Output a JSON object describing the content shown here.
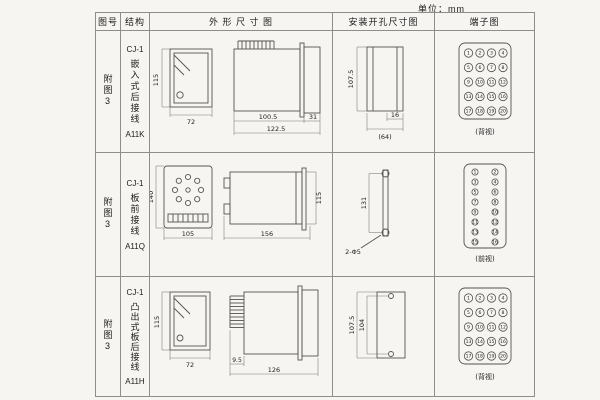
{
  "unit_label": "单位：mm",
  "table": {
    "headers": {
      "figure_no": "图号",
      "structure": "结构",
      "outline": "外 形 尺 寸 图",
      "mounting": "安装开孔尺寸图",
      "terminal": "端子图"
    },
    "rows": [
      {
        "figure_no": "附图3",
        "model": "CJ-1",
        "structure": "嵌入式后接线",
        "code": "A11K",
        "outline": {
          "height": "115",
          "width": "72",
          "depth": "100.5",
          "bezel": "31",
          "total": "122.5"
        },
        "mounting": {
          "height": "107.5",
          "dim_a": "16",
          "dim_b": "(64)"
        },
        "terminal": {
          "count": 20,
          "cols": 4,
          "view": "(背视)"
        }
      },
      {
        "figure_no": "附图3",
        "model": "CJ-1",
        "structure": "板前接线",
        "code": "A11Q",
        "outline": {
          "height": "140",
          "width": "105",
          "depth": "156",
          "side_height": "115"
        },
        "mounting": {
          "height": "131",
          "holes": "2-Φ5"
        },
        "terminal": {
          "count": 16,
          "cols": 2,
          "view": "(前视)"
        }
      },
      {
        "figure_no": "附图3",
        "model": "CJ-1",
        "structure": "凸出式板后接线",
        "code": "A11H",
        "outline": {
          "height": "115",
          "width": "72",
          "pin_depth": "9.5",
          "depth": "126"
        },
        "mounting": {
          "height": "107.5",
          "inner_height": "104"
        },
        "terminal": {
          "count": 20,
          "cols": 4,
          "view": "(背视)"
        }
      }
    ]
  }
}
